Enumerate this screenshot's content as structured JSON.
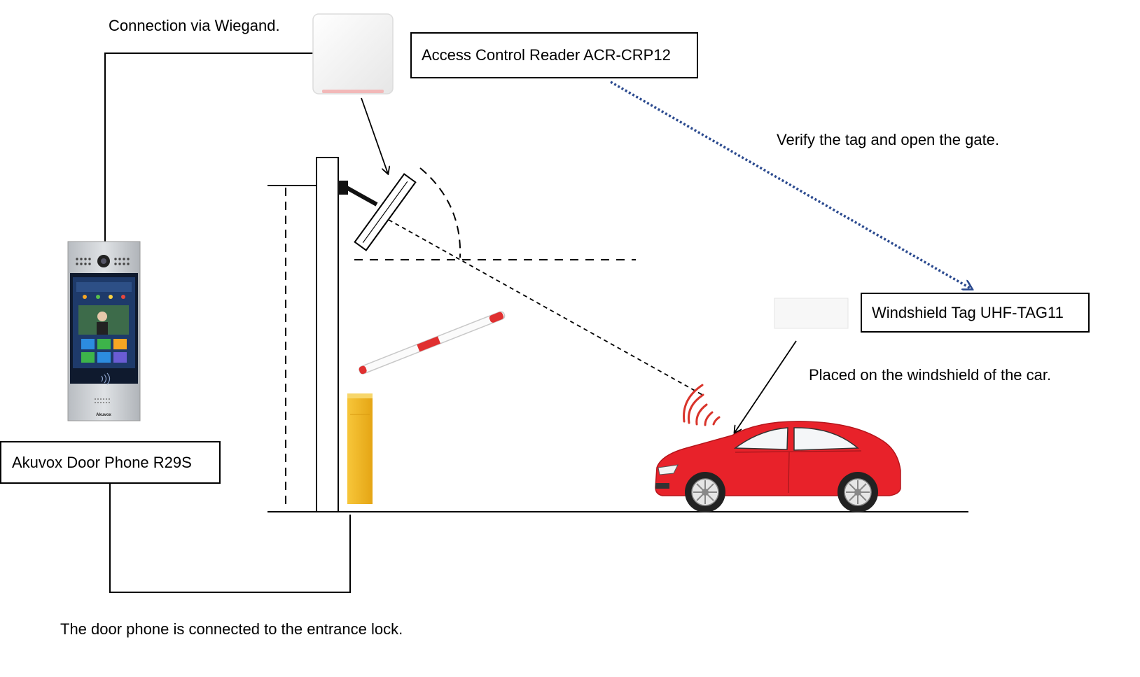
{
  "labels": {
    "wiegand": "Connection via Wiegand.",
    "reader": "Access Control Reader ACR-CRP12",
    "verify": "Verify the tag and open the gate.",
    "tag": "Windshield Tag UHF-TAG11",
    "placed": "Placed on the windshield of the car.",
    "doorphone": "Akuvox Door Phone R29S",
    "lock_note": "The door phone is connected to the entrance lock."
  },
  "device": {
    "brand": "Akuvox"
  },
  "colors": {
    "line": "#000000",
    "dotted_arrow": "#2b4a8f",
    "car_body": "#e8222a",
    "barrier_stripe": "#e03030",
    "bollard": "#f2b51c",
    "signal": "#d9342b",
    "panel_silver": "#c9ccd0",
    "screen_bg": "#1e3a6a"
  }
}
